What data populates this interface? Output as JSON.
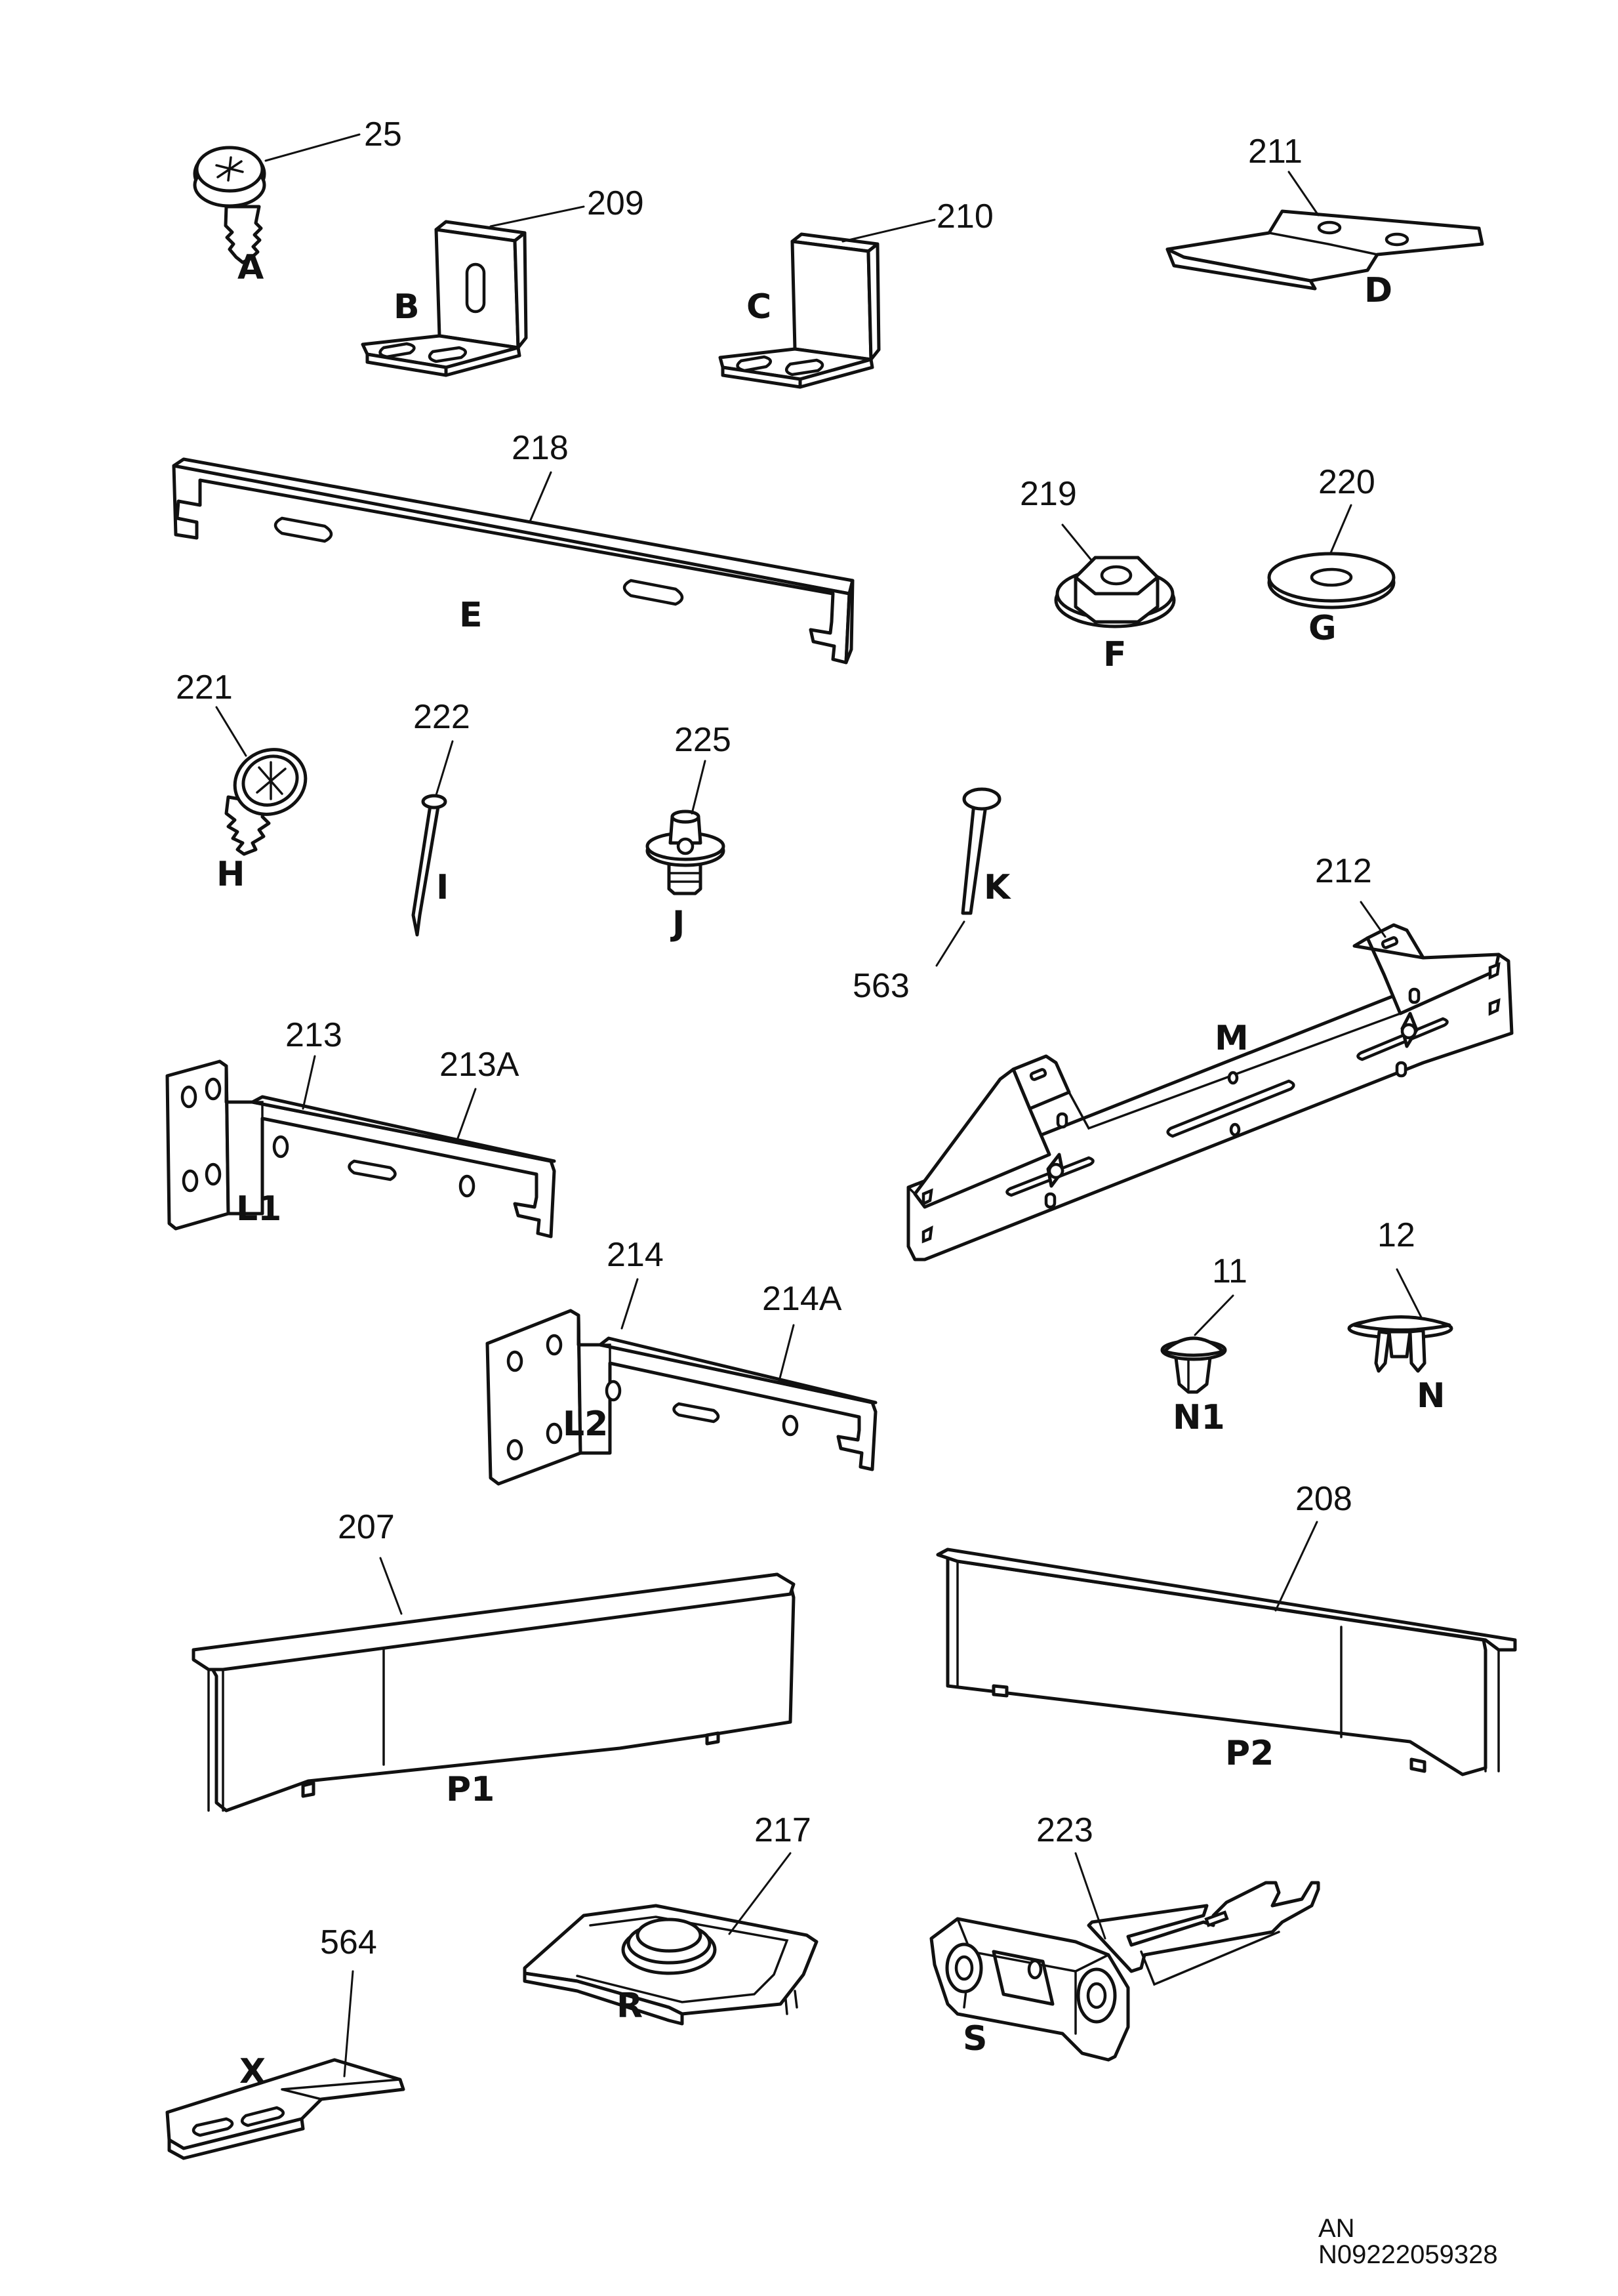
{
  "callouts": {
    "n25": "25",
    "n209": "209",
    "n210": "210",
    "n211": "211",
    "n218": "218",
    "n219": "219",
    "n220": "220",
    "n221": "221",
    "n222": "222",
    "n225": "225",
    "n563": "563",
    "n212": "212",
    "n213": "213",
    "n213a": "213A",
    "n214": "214",
    "n214a": "214A",
    "n11": "11",
    "n12": "12",
    "n207": "207",
    "n208": "208",
    "n217": "217",
    "n223": "223",
    "n564": "564"
  },
  "letters": {
    "A": "A",
    "B": "B",
    "C": "C",
    "D": "D",
    "E": "E",
    "F": "F",
    "G": "G",
    "H": "H",
    "I": "I",
    "J": "J",
    "K": "K",
    "M": "M",
    "L1": "L1",
    "L2": "L2",
    "N1": "N1",
    "N": "N",
    "P1": "P1",
    "P2": "P2",
    "R": "R",
    "S": "S",
    "X": "X"
  },
  "reference": {
    "line1": "AN",
    "line2": "N09222059328"
  }
}
